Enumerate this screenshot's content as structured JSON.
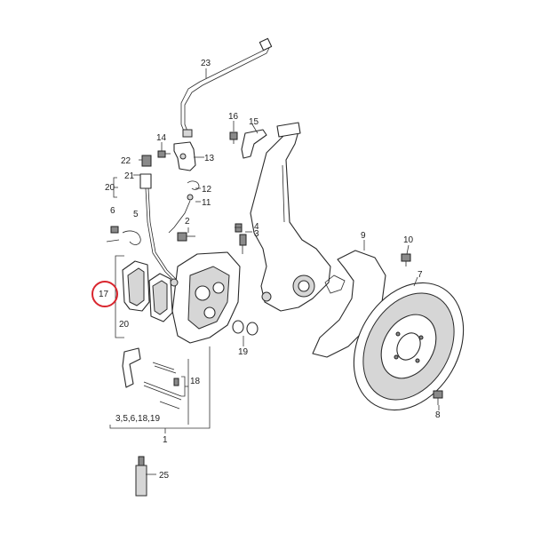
{
  "diagram": {
    "labels": {
      "l1": "1",
      "l2": "2",
      "l3": "3",
      "l4": "4",
      "l5": "5",
      "l6": "6",
      "l7": "7",
      "l8": "8",
      "l9": "9",
      "l10": "10",
      "l11": "11",
      "l12": "12",
      "l13": "13",
      "l14": "14",
      "l15": "15",
      "l16": "16",
      "l17": "17",
      "l18": "18",
      "l19": "19",
      "l20a": "20",
      "l20b": "20",
      "l21": "21",
      "l22": "22",
      "l23": "23",
      "l25": "25",
      "kit_list": "3,5,6,18,19"
    },
    "highlight_color": "#d9262e"
  }
}
